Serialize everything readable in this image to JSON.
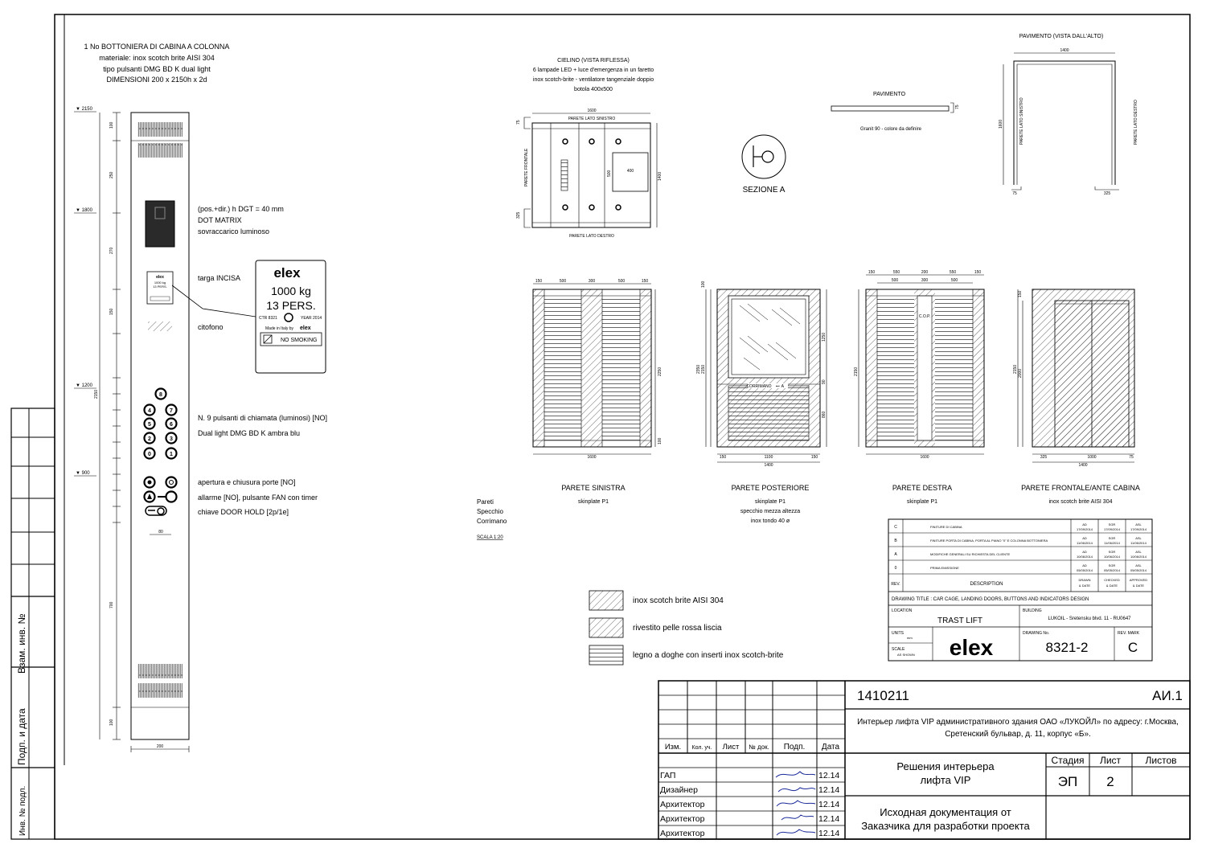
{
  "column": {
    "spec": [
      "1 No BOTTONIERA DI CABINA A COLONNA",
      "materiale: inox scotch brite AISI 304",
      "tipo pulsanti DMG BD K dual light",
      "DIMENSIONI  200  x  2150h  x  2d"
    ],
    "levels": [
      "▼ 2150",
      "▼ 1800",
      "▼ 1200",
      "▼ 900"
    ],
    "dims_right": [
      "100",
      "250",
      "270",
      "150",
      "700",
      "100"
    ],
    "total_height": "2150",
    "button_width": "80",
    "column_width": "200",
    "labels": {
      "display": [
        "(pos.+dir.) h DGT = 40 mm",
        "DOT MATRIX",
        "sovraccarico luminoso"
      ],
      "plate": "targa INCISA",
      "intercom": "citofono",
      "calls": [
        "N. 9 pulsanti di chiamata (luminosi) [NO]",
        "Dual light DMG BD K ambra blu"
      ],
      "doors": [
        "apertura e chiusura porte [NO]",
        "allarme [NO], pulsante FAN con timer",
        "chiave DOOR HOLD [2p/1e]"
      ]
    },
    "buttons": [
      "8",
      "4",
      "7",
      "2",
      "3",
      "0",
      "1"
    ]
  },
  "plate": {
    "brand": "elex",
    "capacity": "1000 kg",
    "persons": "13 PERS.",
    "ctr": "CTR 8321",
    "year": "YEAR 2014",
    "made": "Made in Italy by",
    "nosmoking": "NO SMOKING"
  },
  "ceiling": {
    "title": [
      "CIELINO  (VISTA RIFLESSA)",
      "6 lampade LED + luce d'emergenza in un faretto",
      "inox scotch-brite - ventilatore tangenziale doppio",
      "botola 400x500"
    ],
    "width": "1600",
    "side_left": "PARETE LATO SINISTRO",
    "side_right": "PARETE LATO DESTRO",
    "front": "PARETE FRONTALE",
    "depth": "1400",
    "hatch_w": "400",
    "hatch_h": "500",
    "dim_75": "75",
    "dim_325": "325"
  },
  "section": {
    "label": "SEZIONE  A"
  },
  "floor": {
    "title": "PAVIMENTO",
    "thickness": "75",
    "material": "Granit 90 - colore da definire",
    "plan_title": "PAVIMENTO (VISTA DALL'ALTO)",
    "plan_width": "1400",
    "plan_depth": "1600",
    "left": "PARETE LATO SINISTRO",
    "right": "PARETE LATO DESTRO",
    "d75": "75",
    "d325": "325"
  },
  "walls": [
    {
      "title": "PARETE SINISTRA",
      "sub": [
        "skinplate P1"
      ],
      "dims": [
        "150",
        "500",
        "300",
        "500",
        "150"
      ],
      "width": "1600",
      "height": "2250",
      "extra": "100"
    },
    {
      "title": "PARETE POSTERIORE",
      "sub": [
        "skinplate P1",
        "specchio mezza altezza",
        "inox tondo 40 ø"
      ],
      "dims": [
        "150",
        "1100",
        "150"
      ],
      "width": "1400",
      "height": "2350",
      "h2": "2150",
      "h3": "1250",
      "h4": "860",
      "handrail": "CORRIMANO",
      "extra": "100",
      "d90": "90"
    },
    {
      "title": "PARETE DESTRA",
      "sub": [
        "skinplate P1"
      ],
      "dims_top": [
        "150",
        "550",
        "200",
        "550",
        "150"
      ],
      "dims_mid": [
        "500",
        "300",
        "500"
      ],
      "width": "1600",
      "height": "2150",
      "cop": "C.O.P."
    },
    {
      "title": "PARETE FRONTALE/ANTE CABINA",
      "sub": [
        "inox scotch brite AISI 304"
      ],
      "dims": [
        "325",
        "1000",
        "75"
      ],
      "width": "1400",
      "h1": "2150",
      "h2": "2000",
      "h3": "150"
    }
  ],
  "notes": {
    "lines": [
      "Pareti",
      "Specchio",
      "Corrimano"
    ],
    "scale": "SCALA 1:20"
  },
  "legend": [
    "inox scotch brite AISI 304",
    "rivestito pelle rossa liscia",
    "legno a doghe con inserti inox scotch-brite"
  ],
  "revisions": {
    "rows": [
      {
        "rev": "C",
        "desc": "FINITURE DI CABINA",
        "drawn": "AD",
        "drawn_date": "17/09/2014",
        "checked": "SGR",
        "checked_date": "17/09/2014",
        "approved": "ASL",
        "approved_date": "17/09/2014"
      },
      {
        "rev": "B",
        "desc": "FINITURE PORTA DI CABINA, PORTA AL PIANO \"0\" E COLONNA BOTTONIERA",
        "drawn": "AD",
        "drawn_date": "11/06/2014",
        "checked": "SGR",
        "checked_date": "11/06/2014",
        "approved": "ASL",
        "approved_date": "11/06/2014"
      },
      {
        "rev": "A",
        "desc": "MODIFICHE GENERALI SU RICHIESTA DEL CLIENTE",
        "drawn": "AD",
        "drawn_date": "10/06/2014",
        "checked": "SGR",
        "checked_date": "10/06/2014",
        "approved": "ASL",
        "approved_date": "10/06/2014"
      },
      {
        "rev": "0",
        "desc": "PRIMA EMISSIONE",
        "drawn": "AD",
        "drawn_date": "05/05/2014",
        "checked": "SGR",
        "checked_date": "05/05/2014",
        "approved": "ASL",
        "approved_date": "05/05/2014"
      }
    ],
    "head_rev": "REV.",
    "head_desc": "DESCRIPTION",
    "head_drawn": [
      "DRAWN",
      "& DATE"
    ],
    "head_checked": [
      "CHECKED",
      "& DATE"
    ],
    "head_approved": [
      "APPROVED",
      "& DATE"
    ],
    "drawing_title": "DRAWING TITLE : CAR CAGE, LANDING DOORS, BUTTONS AND INDICATORS DESIGN",
    "location_label": "LOCATION",
    "location": "TRAST LIFT",
    "building_label": "BUILDING",
    "building": "LUKOIL - Sretensku blvd. 11 - RU0647",
    "units_label": "UNITS",
    "units": "mm",
    "scale_label": "SCALE",
    "scale": "AS SHOWN",
    "drawing_no_label": "DRAWING No.",
    "drawing_no": "8321-2",
    "rev_mark_label": "REV. MARK",
    "rev_mark": "C",
    "brand": "elex"
  },
  "stamp": {
    "code": "1410211",
    "doc": "АИ.1",
    "description": [
      "Интерьер лифта VIP административного здания ОАО «ЛУКОЙЛ» по адресу: г.Москва,",
      "Сретенский бульвар, д. 11, корпус «Б»."
    ],
    "headers": [
      "Изм.",
      "Кол. уч.",
      "Лист",
      "№ док.",
      "Подп.",
      "Дата"
    ],
    "roles": [
      {
        "role": "ГАП",
        "date": "12.14"
      },
      {
        "role": "Дизайнер",
        "date": "12.14"
      },
      {
        "role": "Архитектор",
        "date": "12.14"
      },
      {
        "role": "Архитектор",
        "date": "12.14"
      },
      {
        "role": "Архитектор",
        "date": "12.14"
      }
    ],
    "title": [
      "Решения интерьера",
      "лифта VIP"
    ],
    "stage_h": "Стадия",
    "sheet_h": "Лист",
    "sheets_h": "Листов",
    "stage": "ЭП",
    "sheet": "2",
    "sheets": "",
    "subtitle": [
      "Исходная документация от",
      "Заказчика для разработки проекта"
    ]
  },
  "side_stamp": [
    "Взам. инв. №",
    "Подп. и дата",
    "Инв. № подл."
  ]
}
